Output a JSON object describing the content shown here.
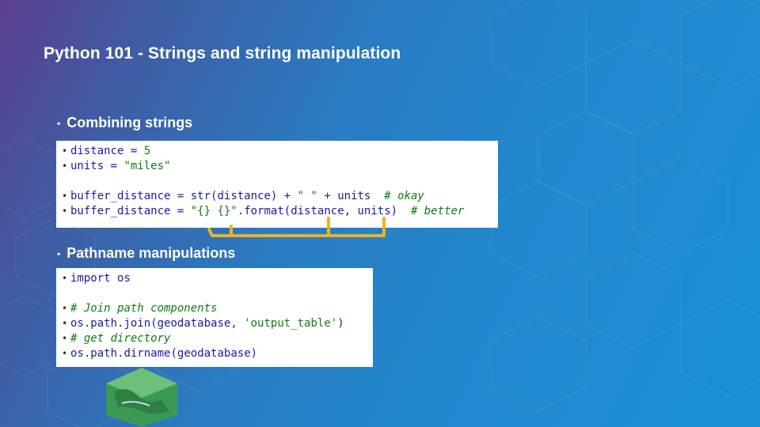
{
  "slide": {
    "title": "Python 101 - Strings and string manipulation"
  },
  "bullets": [
    {
      "text": "Combining strings"
    },
    {
      "text": "Pathname manipulations"
    }
  ],
  "code_block_1": {
    "lines": [
      {
        "parts": [
          [
            "id",
            "distance"
          ],
          [
            "op",
            " = "
          ],
          [
            "num",
            "5"
          ]
        ]
      },
      {
        "parts": [
          [
            "id",
            "units"
          ],
          [
            "op",
            " = "
          ],
          [
            "str",
            "\"miles\""
          ]
        ]
      },
      {
        "parts": []
      },
      {
        "parts": [
          [
            "id",
            "buffer_distance"
          ],
          [
            "op",
            " = "
          ],
          [
            "fn",
            "str"
          ],
          [
            "op",
            "("
          ],
          [
            "id",
            "distance"
          ],
          [
            "op",
            ") + "
          ],
          [
            "str",
            "\" \""
          ],
          [
            "op",
            " + "
          ],
          [
            "id",
            "units"
          ],
          [
            "op",
            "  "
          ],
          [
            "cm",
            "# okay"
          ]
        ]
      },
      {
        "parts": [
          [
            "id",
            "buffer_distance"
          ],
          [
            "op",
            " = "
          ],
          [
            "str",
            "\"{} {}\""
          ],
          [
            "op",
            "."
          ],
          [
            "fn",
            "format"
          ],
          [
            "op",
            "("
          ],
          [
            "id",
            "distance"
          ],
          [
            "op",
            ", "
          ],
          [
            "id",
            "units"
          ],
          [
            "op",
            ")  "
          ],
          [
            "cm",
            "# better"
          ]
        ]
      }
    ]
  },
  "code_block_2": {
    "lines": [
      {
        "parts": [
          [
            "kw",
            "import"
          ],
          [
            "op",
            " "
          ],
          [
            "id",
            "os"
          ]
        ]
      },
      {
        "parts": []
      },
      {
        "parts": [
          [
            "cm",
            "# Join path components"
          ]
        ]
      },
      {
        "parts": [
          [
            "id",
            "os"
          ],
          [
            "op",
            "."
          ],
          [
            "id",
            "path"
          ],
          [
            "op",
            "."
          ],
          [
            "fn",
            "join"
          ],
          [
            "op",
            "("
          ],
          [
            "id",
            "geodatabase"
          ],
          [
            "op",
            ", "
          ],
          [
            "str",
            "'output_table'"
          ],
          [
            "op",
            ")"
          ]
        ]
      },
      {
        "parts": [
          [
            "cm",
            "# get directory"
          ]
        ]
      },
      {
        "parts": [
          [
            "id",
            "os"
          ],
          [
            "op",
            "."
          ],
          [
            "id",
            "path"
          ],
          [
            "op",
            "."
          ],
          [
            "fn",
            "dirname"
          ],
          [
            "op",
            "("
          ],
          [
            "id",
            "geodatabase"
          ],
          [
            "op",
            ")"
          ]
        ]
      }
    ]
  },
  "colors": {
    "arrow": "#f2b01e",
    "code_identifier": "#1a1aa6",
    "code_string": "#0f7c0f"
  }
}
